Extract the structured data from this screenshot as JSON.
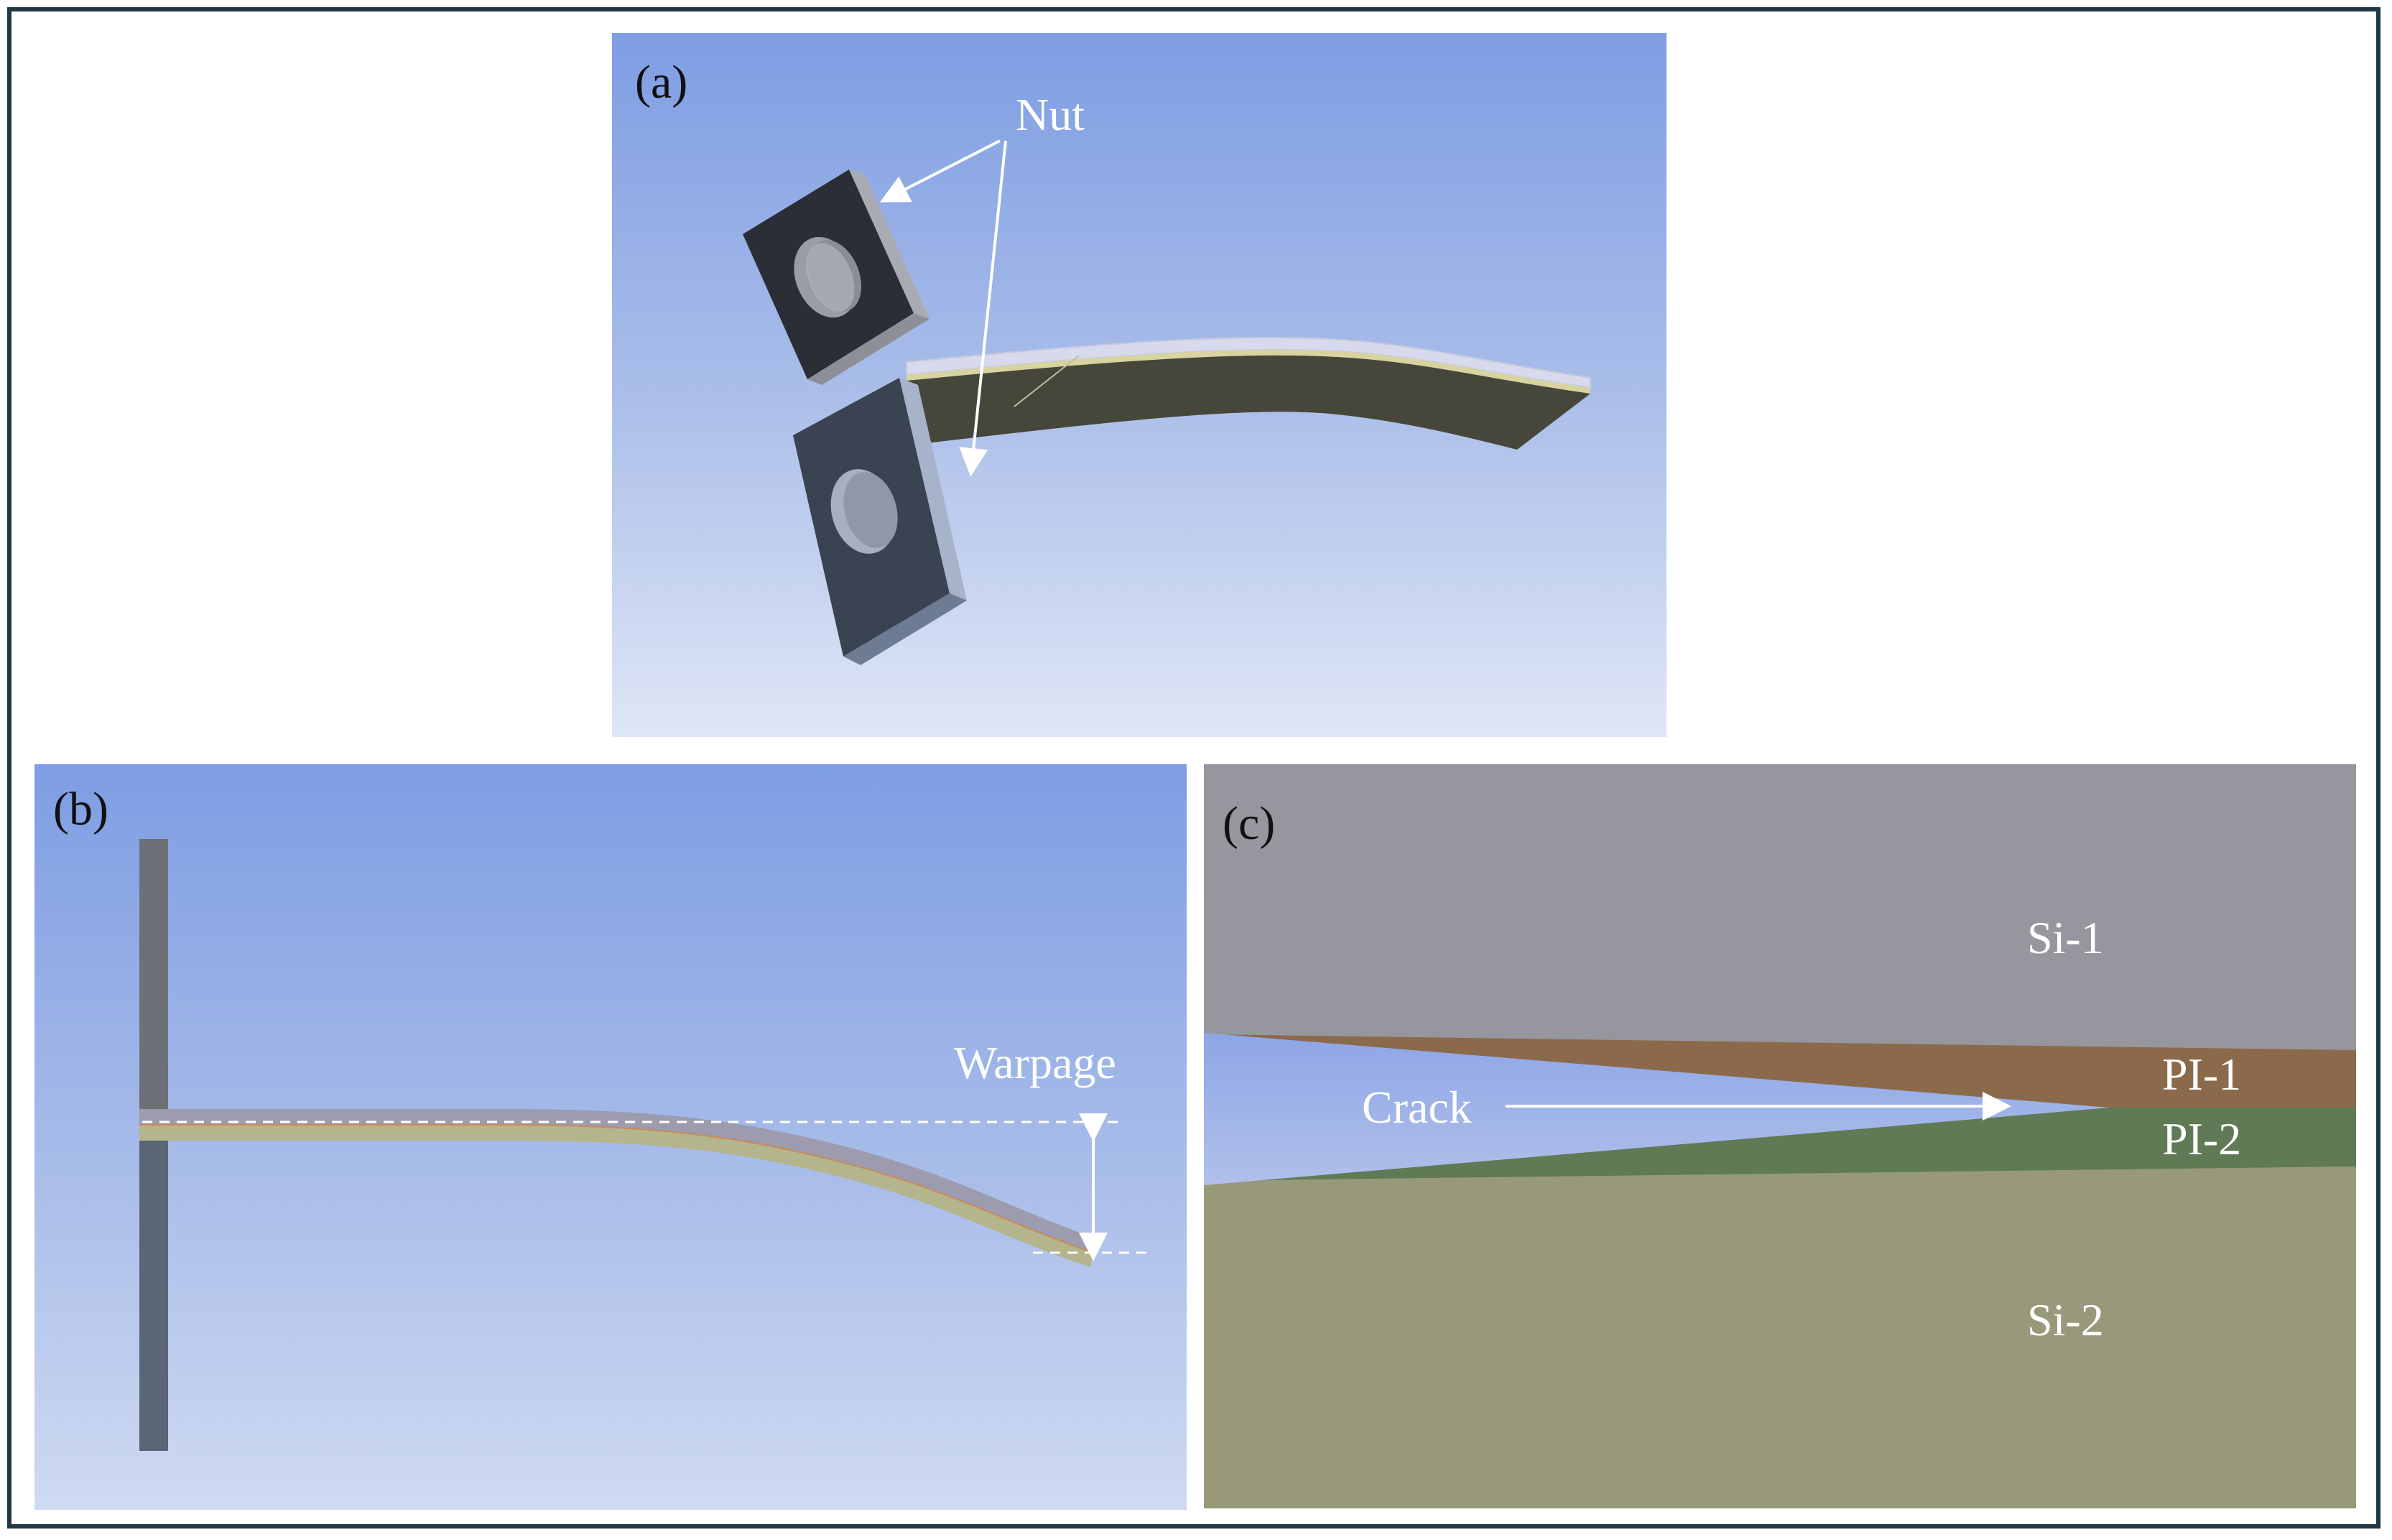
{
  "panels": {
    "a": {
      "tag": "(a)",
      "nut_label": "Nut"
    },
    "b": {
      "tag": "(b)",
      "warpage_label": "Warpage"
    },
    "c": {
      "tag": "(c)",
      "layers": {
        "si1": "Si-1",
        "pi1": "PI-1",
        "pi2": "PI-2",
        "si2": "Si-2"
      },
      "crack_label": "Crack"
    }
  },
  "colors": {
    "frame": "#1f3a44",
    "background_gradient_top": "#7e9de3",
    "background_gradient_bottom": "#dfe6f6",
    "nut_face": "#2b2e36",
    "strip_body": "#46473a",
    "si1": "#96969e",
    "pi1": "#8a6a4a",
    "pi2": "#5f7a55",
    "si2": "#98997a"
  }
}
